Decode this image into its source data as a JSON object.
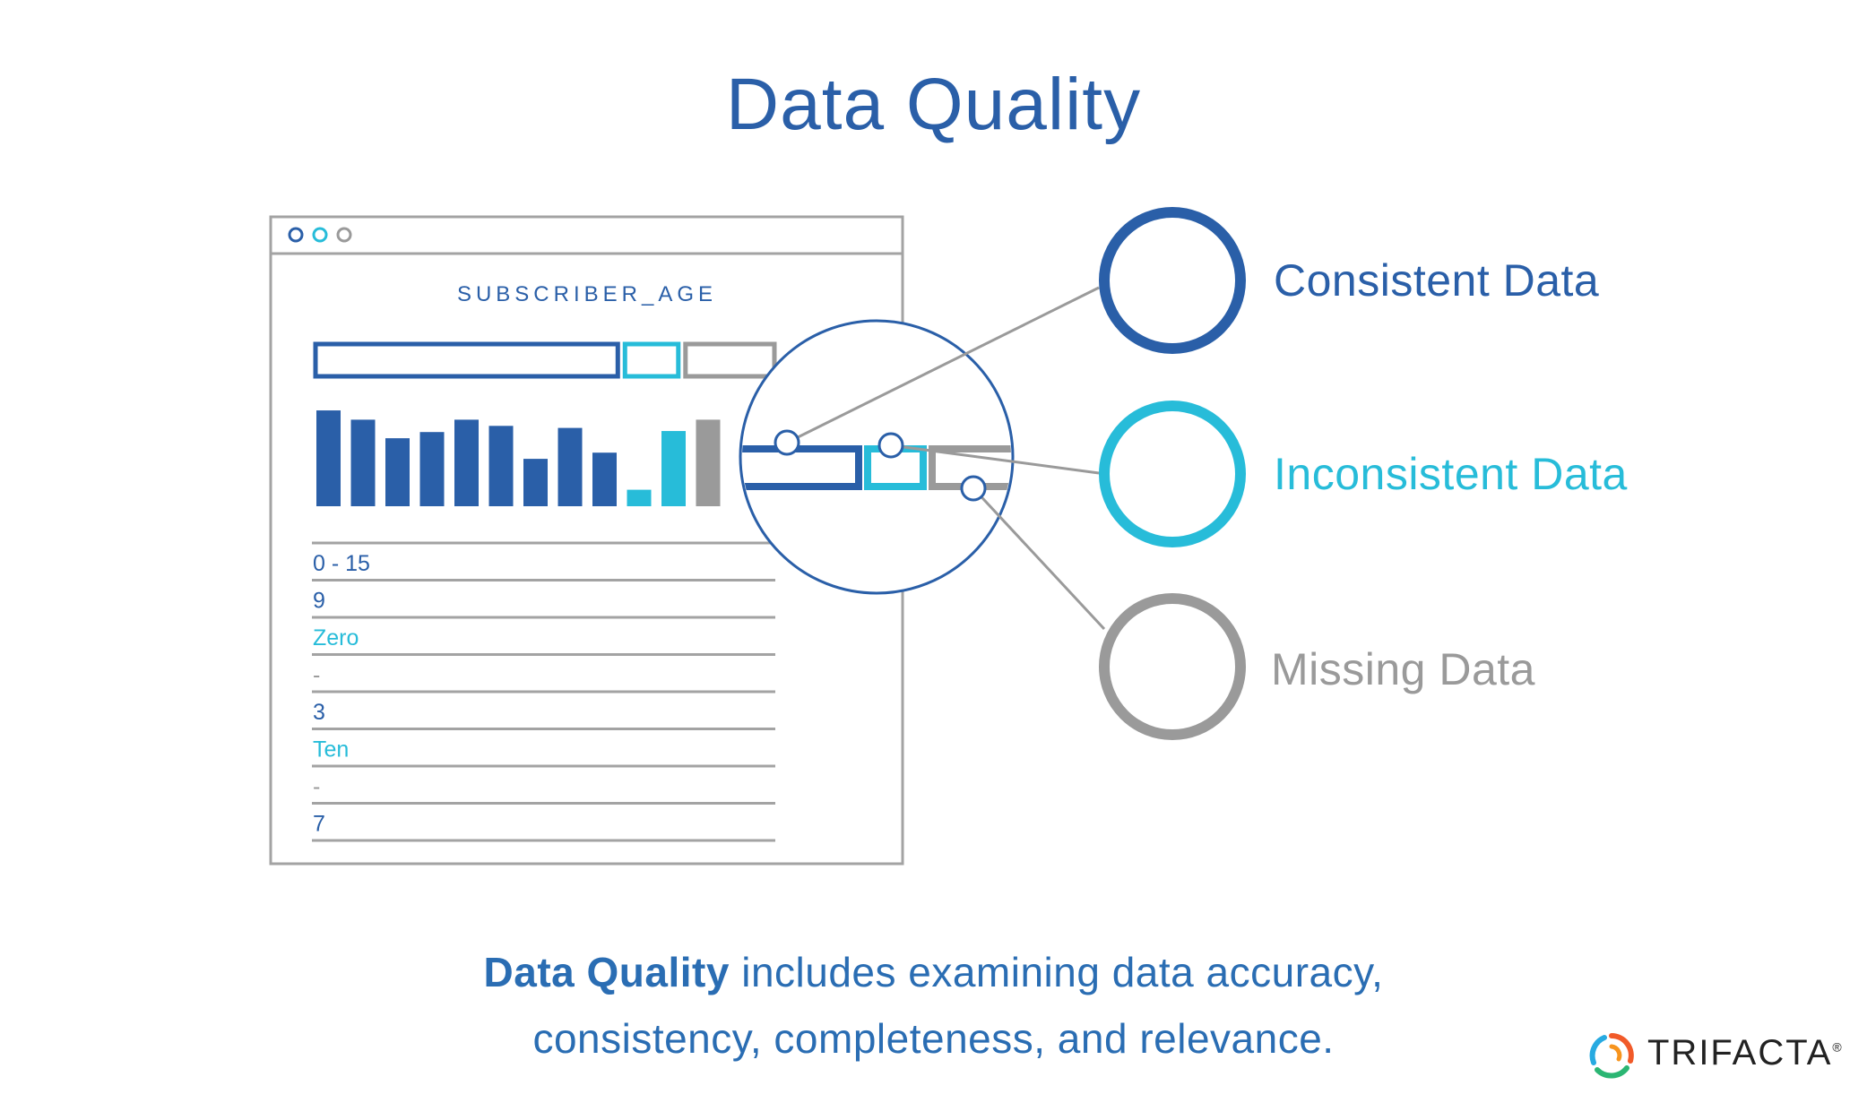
{
  "title": "Data Quality",
  "window": {
    "column_name": "SUBSCRIBER_AGE",
    "dot_colors": [
      "#2a5fa8",
      "#27bcd9",
      "#9a9a9a"
    ],
    "bars": {
      "consistent": [
        0.93,
        0.84,
        0.66,
        0.72,
        0.84,
        0.78,
        0.46,
        0.76,
        0.52
      ],
      "inconsistent": [
        0.16,
        0.73
      ],
      "missing": [
        0.84
      ]
    },
    "quality_bar": {
      "consistent": 0.68,
      "inconsistent": 0.12,
      "missing": 0.2
    },
    "rows": [
      {
        "text": "0 - 15",
        "status": "consistent"
      },
      {
        "text": "9",
        "status": "consistent"
      },
      {
        "text": "Zero",
        "status": "inconsistent"
      },
      {
        "text": "-",
        "status": "missing"
      },
      {
        "text": "3",
        "status": "consistent"
      },
      {
        "text": "Ten",
        "status": "inconsistent"
      },
      {
        "text": "-",
        "status": "missing"
      },
      {
        "text": "7",
        "status": "consistent"
      }
    ]
  },
  "legend": [
    {
      "label": "Consistent Data",
      "color": "#2a5fa8"
    },
    {
      "label": "Inconsistent Data",
      "color": "#27bcd9"
    },
    {
      "label": "Missing Data",
      "color": "#9a9a9a"
    }
  ],
  "footer": {
    "bold": "Data Quality",
    "line1_rest": " includes examining data accuracy,",
    "line2": "consistency, completeness, and relevance."
  },
  "brand": {
    "name": "TRIFACTA",
    "tm": "®"
  },
  "colors": {
    "consistent": "#2a5fa8",
    "inconsistent": "#27bcd9",
    "missing": "#9a9a9a",
    "frame": "#a3a3a3"
  }
}
